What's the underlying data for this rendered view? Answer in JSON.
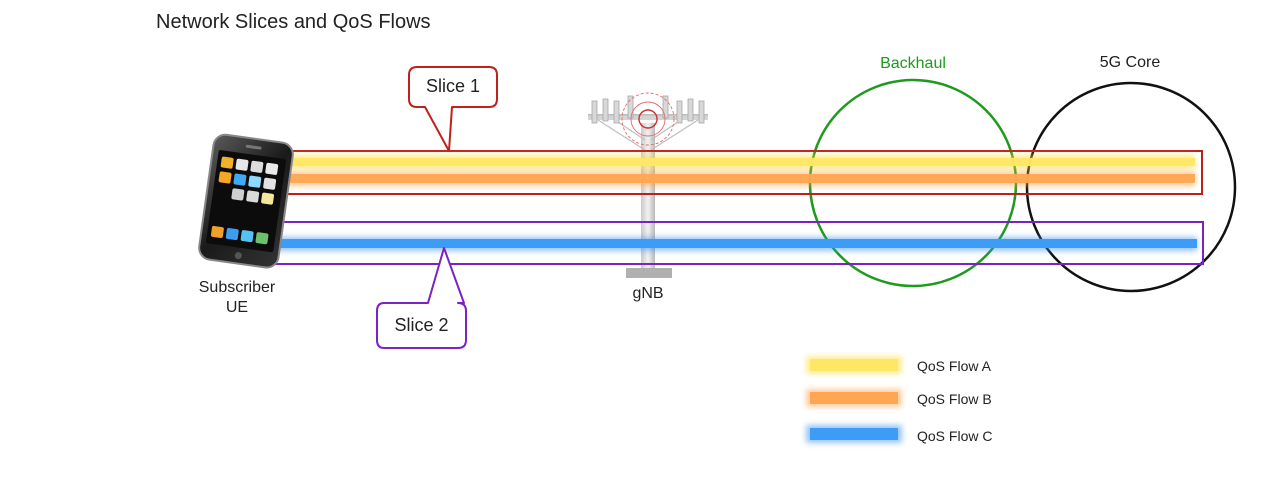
{
  "title": "Network Slices and QoS Flows",
  "nodes": {
    "ue_line1": "Subscriber",
    "ue_line2": "UE",
    "gnb": "gNB",
    "backhaul": "Backhaul",
    "core": "5G Core"
  },
  "callouts": {
    "slice1": "Slice 1",
    "slice2": "Slice 2"
  },
  "legend": [
    {
      "label": "QoS Flow A",
      "color": "#ffe766"
    },
    {
      "label": "QoS Flow B",
      "color": "#ffa652"
    },
    {
      "label": "QoS Flow C",
      "color": "#3d9cf5"
    }
  ],
  "colors": {
    "slice1_border": "#c0201c",
    "slice2_border": "#7a22c6",
    "backhaul": "#1e9a1e",
    "core": "#111111"
  },
  "icons": [
    "smartphone-icon",
    "cell-tower-icon"
  ]
}
